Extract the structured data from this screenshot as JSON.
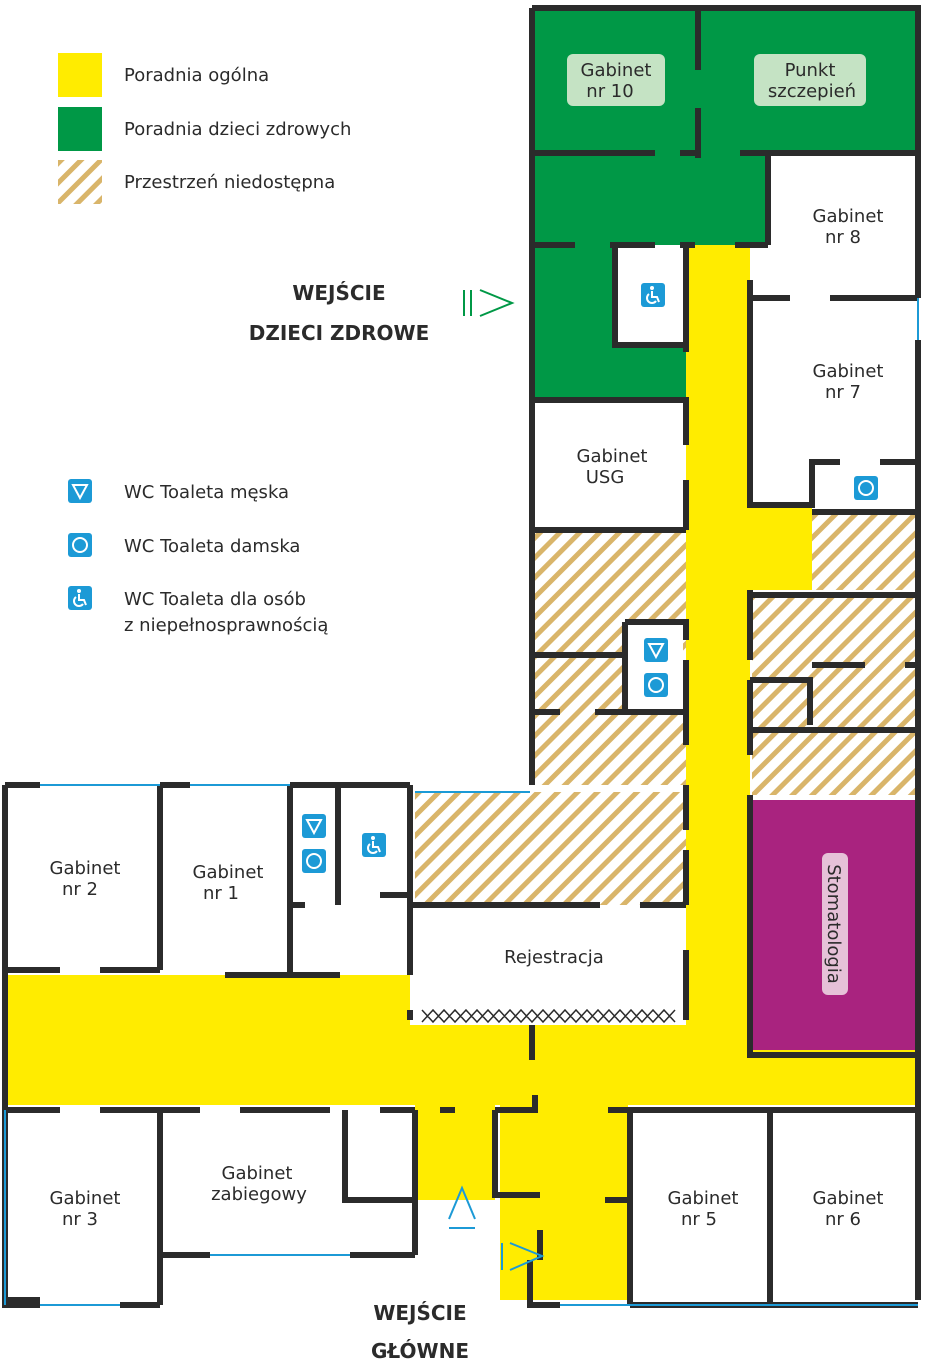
{
  "colors": {
    "general": "#FFEC00",
    "children": "#009846",
    "unavailable": "#D9B56A",
    "dental": "#A9237F",
    "wall": "#2b2b2b",
    "icon": "#1c9ad6"
  },
  "legend": {
    "zones": [
      {
        "label": "Poradnia ogólna",
        "icon": "yellow-swatch"
      },
      {
        "label": "Poradnia dzieci zdrowych",
        "icon": "green-swatch"
      },
      {
        "label": "Przestrzeń niedostępna",
        "icon": "hatch-swatch"
      }
    ],
    "wc": [
      {
        "label": "WC Toaleta męska",
        "icon": "triangle-icon"
      },
      {
        "label": "WC Toaleta damska",
        "icon": "circle-icon"
      },
      {
        "label_line1": "WC Toaleta dla osób",
        "label_line2": "z niepełnosprawnością",
        "icon": "wheelchair-icon"
      }
    ]
  },
  "entrances": {
    "children": {
      "line1": "WEJŚCIE",
      "line2": "DZIECI ZDROWE"
    },
    "main": {
      "line1": "WEJŚCIE",
      "line2": "GŁÓWNE"
    }
  },
  "rooms": {
    "g10": [
      "Gabinet",
      "nr 10"
    ],
    "vacc": [
      "Punkt",
      "szczepień"
    ],
    "g8": [
      "Gabinet",
      "nr 8"
    ],
    "g7": [
      "Gabinet",
      "nr 7"
    ],
    "usg": [
      "Gabinet",
      "USG"
    ],
    "g2": [
      "Gabinet",
      "nr 2"
    ],
    "g1": [
      "Gabinet",
      "nr 1"
    ],
    "reg": "Rejestracja",
    "dental": "Stomatologia",
    "g3": [
      "Gabinet",
      "nr 3"
    ],
    "proc": [
      "Gabinet",
      "zabiegowy"
    ],
    "g5": [
      "Gabinet",
      "nr 5"
    ],
    "g6": [
      "Gabinet",
      "nr 6"
    ]
  }
}
